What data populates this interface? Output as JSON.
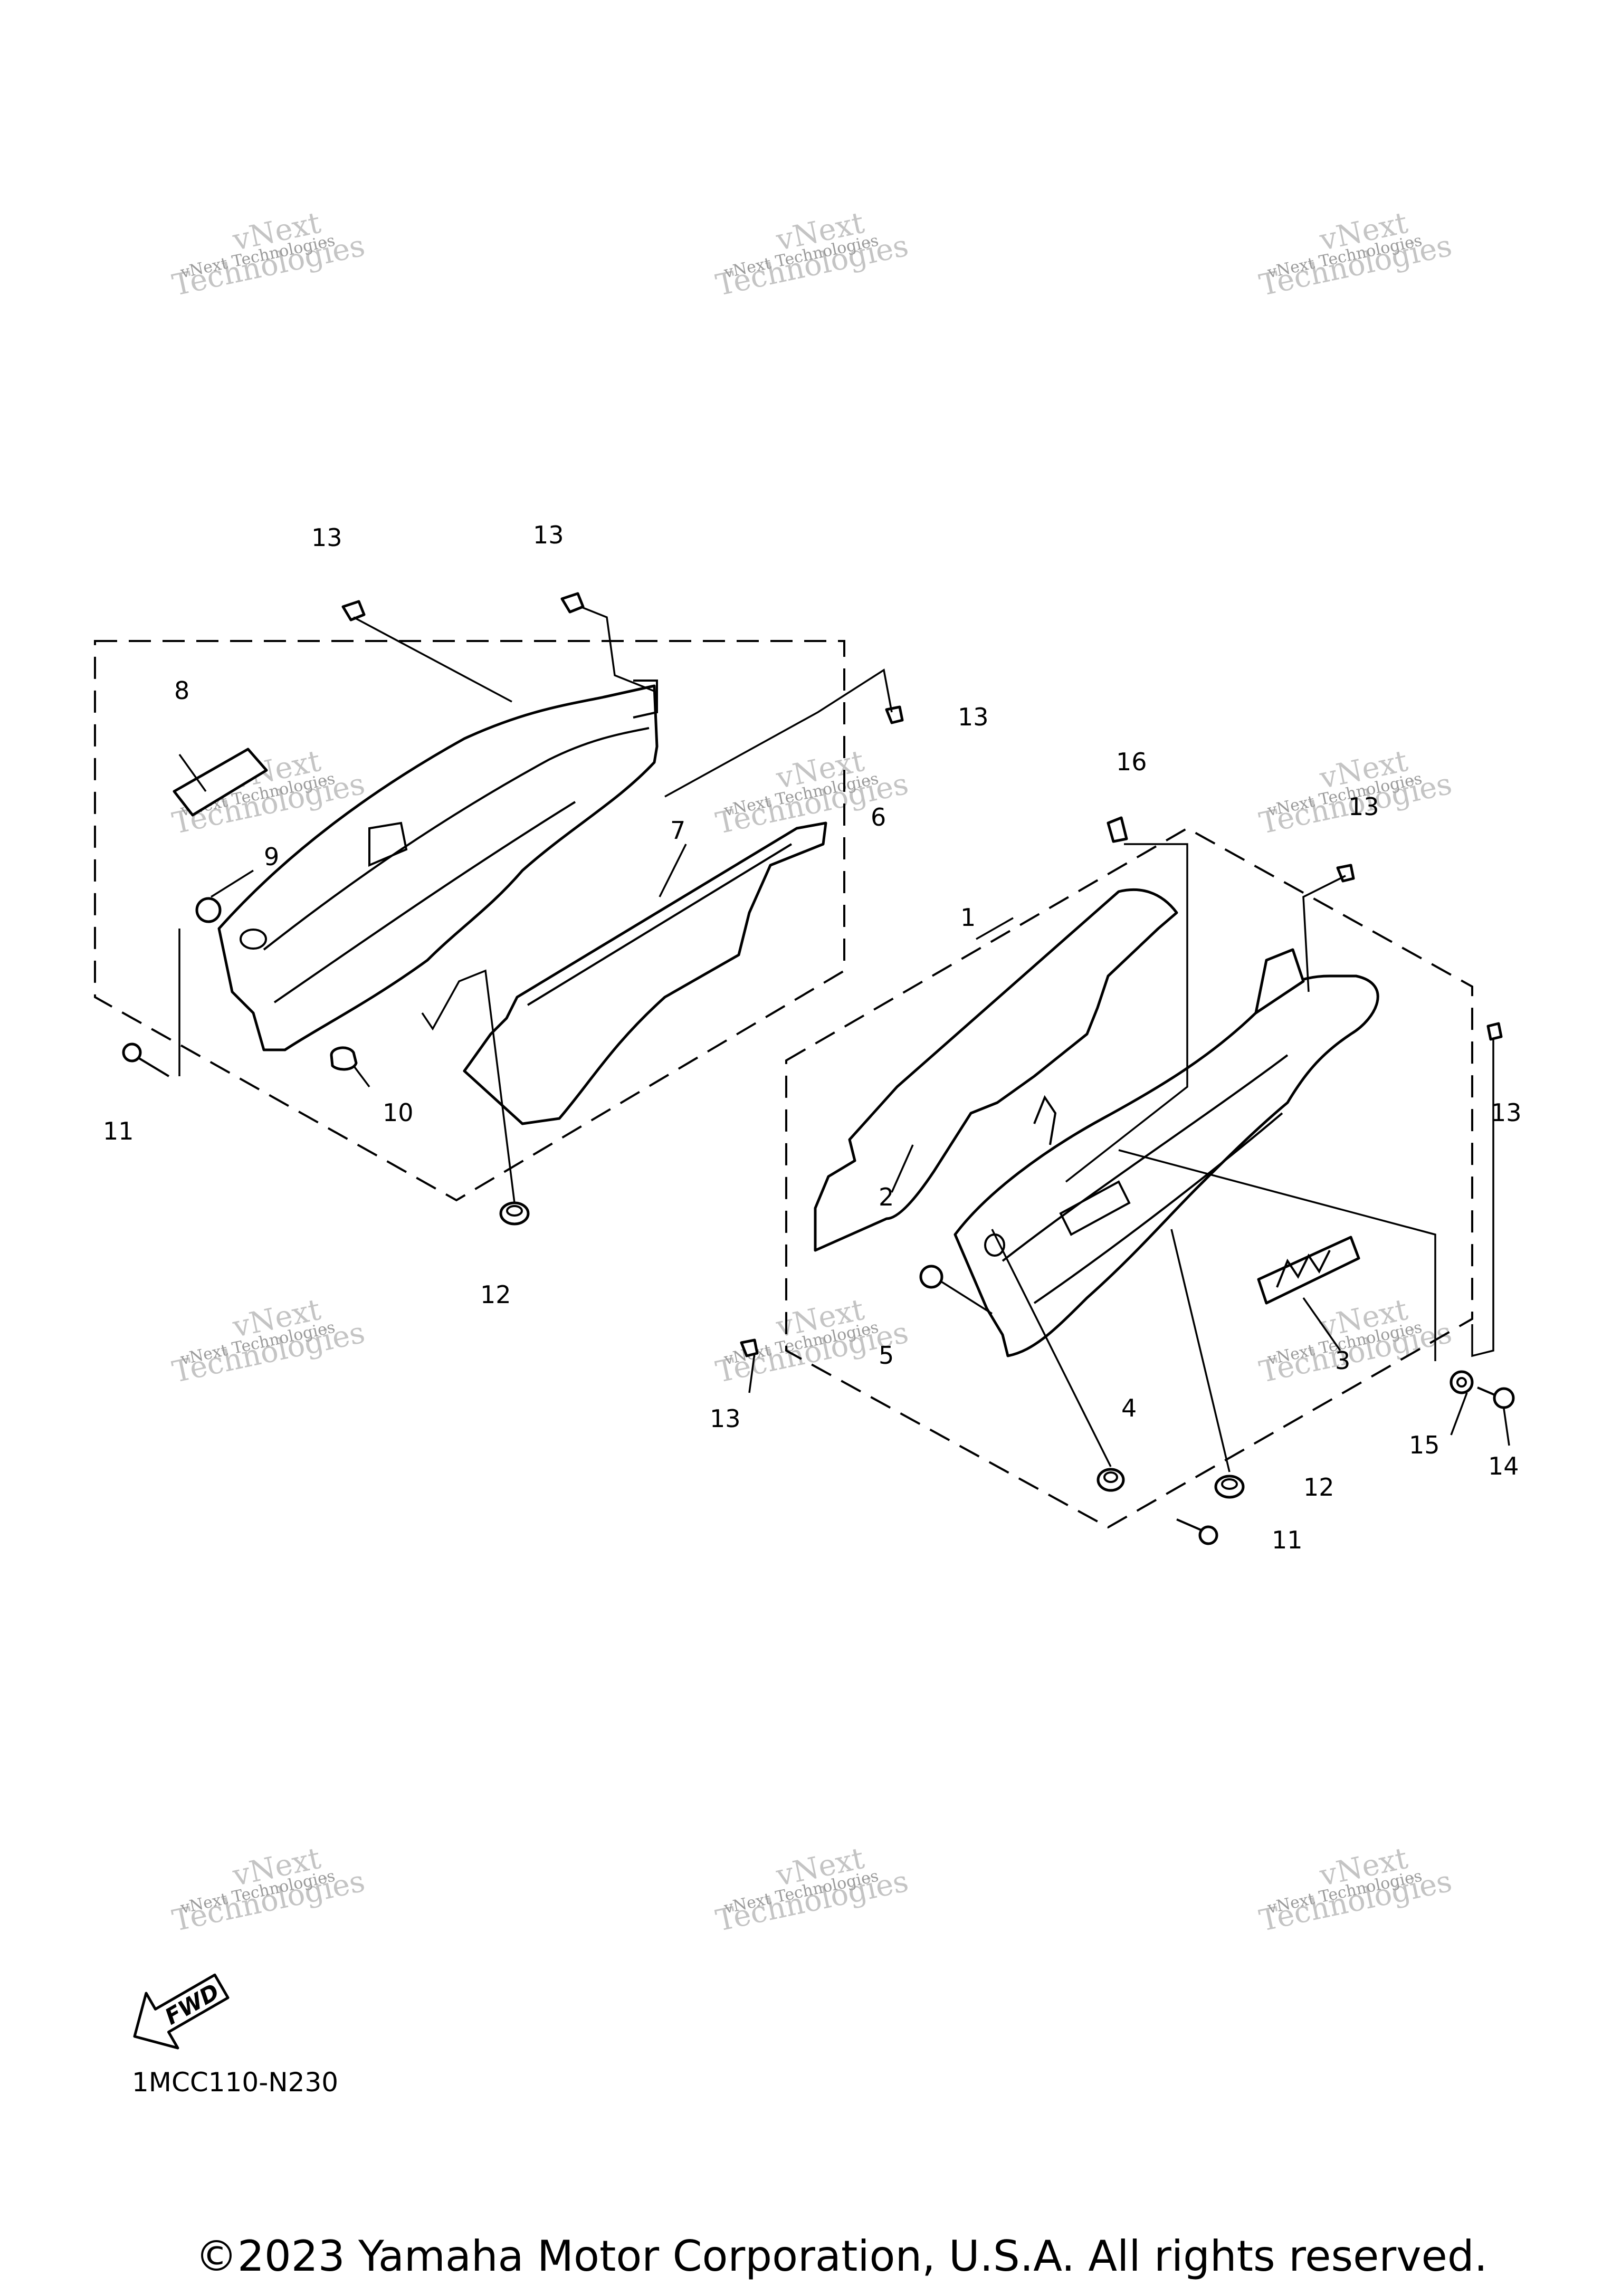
{
  "watermark": {
    "line1": "vNext Technologies",
    "line2": "vNext",
    "line3": "Technologies"
  },
  "fwd_label": "FWD",
  "diagram_code": "1MCC110-N230",
  "copyright": "©2023 Yamaha Motor Corporation, U.S.A. All rights reserved.",
  "callouts": {
    "c1": "1",
    "c2": "2",
    "c3": "3",
    "c4": "4",
    "c5": "5",
    "c6": "6",
    "c7": "7",
    "c8": "8",
    "c9": "9",
    "c10": "10",
    "c11a": "11",
    "c11b": "11",
    "c12a": "12",
    "c12b": "12",
    "c13a": "13",
    "c13b": "13",
    "c13c": "13",
    "c13d": "13",
    "c13e": "13",
    "c13f": "13",
    "c14": "14",
    "c15": "15",
    "c16": "16"
  }
}
